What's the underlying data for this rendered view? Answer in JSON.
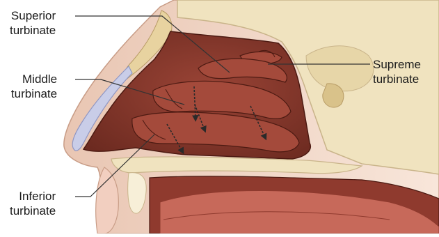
{
  "labels": {
    "superior": {
      "line1": "Superior",
      "line2": "turbinate"
    },
    "middle": {
      "line1": "Middle",
      "line2": "turbinate"
    },
    "inferior": {
      "line1": "Inferior",
      "line2": "turbinate"
    },
    "supreme": {
      "line1": "Supreme",
      "line2": "turbinate"
    }
  },
  "colors": {
    "cavity": "#8b3a2e",
    "cavity_dark": "#5e2219",
    "bone": "#f0e3bf",
    "bone_edge": "#c9b48a",
    "skin": "#f4dccb",
    "cartilage": "#c9cde8",
    "leader": "#333333"
  }
}
